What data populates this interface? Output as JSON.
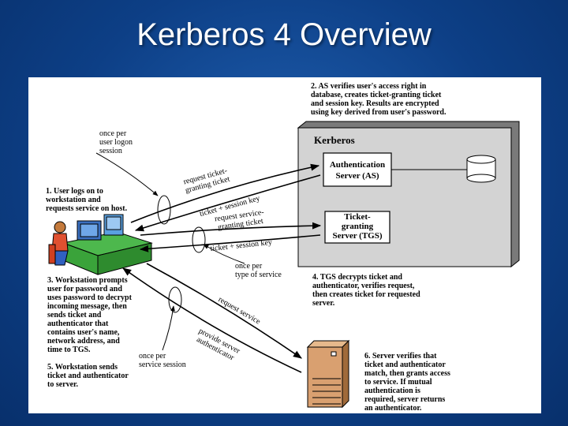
{
  "slide": {
    "title": "Kerberos 4 Overview"
  },
  "diagram": {
    "kerberos_label": "Kerberos",
    "as_box": [
      "Authentication",
      "Server (AS)"
    ],
    "tgs_box": [
      "Ticket-",
      "granting",
      "Server (TGS)"
    ],
    "arrows": {
      "a1": [
        "request ticket-",
        "granting ticket"
      ],
      "a2": "ticket + session key",
      "a3": [
        "request service-",
        "granting ticket"
      ],
      "a4": "ticket + session key",
      "a5": "request service",
      "a6": [
        "provide server",
        "authenticator"
      ]
    },
    "notes": {
      "once_logon": [
        "once per",
        "user logon",
        "session"
      ],
      "once_service_type": [
        "once per",
        "type of service"
      ],
      "once_service_session": [
        "once per",
        "service session"
      ],
      "step1": [
        "1. User logs on to",
        "workstation and",
        "requests service on host."
      ],
      "step2": [
        "2. AS verifies user's access right in",
        "database, creates ticket-granting ticket",
        "and session key. Results are encrypted",
        "using key derived from user's password."
      ],
      "step3": [
        "3. Workstation prompts",
        "user for password and",
        "uses password to decrypt",
        "incoming message, then",
        "sends ticket and",
        "authenticator that",
        "contains user's name,",
        "network address, and",
        "time to TGS."
      ],
      "step4": [
        "4. TGS decrypts ticket and",
        "authenticator, verifies request,",
        "then creates ticket for requested",
        "server."
      ],
      "step5": [
        "5. Workstation sends",
        "ticket and authenticator",
        "to server."
      ],
      "step6": [
        "6. Server verifies that",
        "ticket and authenticator",
        "match, then grants access",
        "to service. If mutual",
        "authentication is",
        "required, server returns",
        "an authenticator."
      ]
    }
  }
}
